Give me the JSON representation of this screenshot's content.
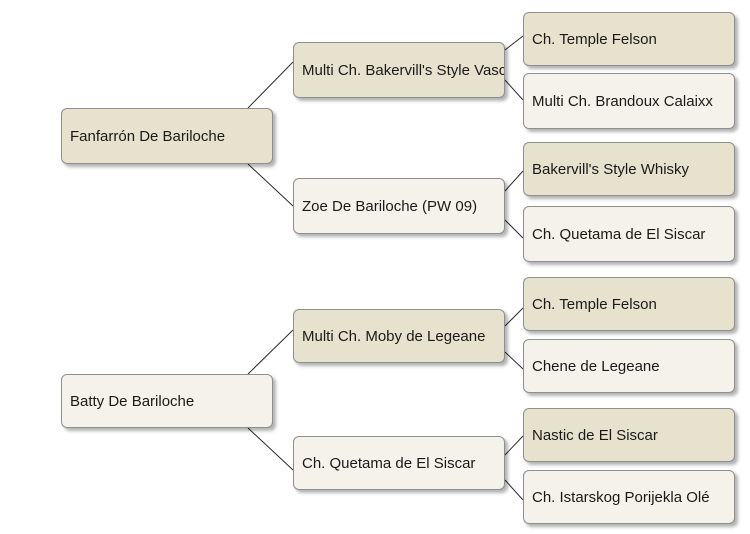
{
  "colors": {
    "box_dark": "#e6e2ce",
    "box_light": "#f4f2ea",
    "border": "#8f8f8f",
    "line": "#2c2c2c"
  },
  "pedigree_1": {
    "name": "Fanfarrón De Bariloche",
    "sire": {
      "name": "Multi Ch. Bakervill's Style Vasco",
      "sire": "Ch. Temple Felson",
      "dam": "Multi Ch. Brandoux Calaixx"
    },
    "dam": {
      "name": "Zoe De Bariloche (PW 09)",
      "sire": "Bakervill's Style Whisky",
      "dam": "Ch. Quetama de El Siscar"
    }
  },
  "pedigree_2": {
    "name": "Batty De Bariloche",
    "sire": {
      "name": "Multi Ch. Moby de Legeane",
      "sire": "Ch. Temple Felson",
      "dam": "Chene de Legeane"
    },
    "dam": {
      "name": "Ch. Quetama de El Siscar",
      "sire": "Nastic de El Siscar",
      "dam": "Ch. Istarskog Porijekla Olé"
    }
  }
}
